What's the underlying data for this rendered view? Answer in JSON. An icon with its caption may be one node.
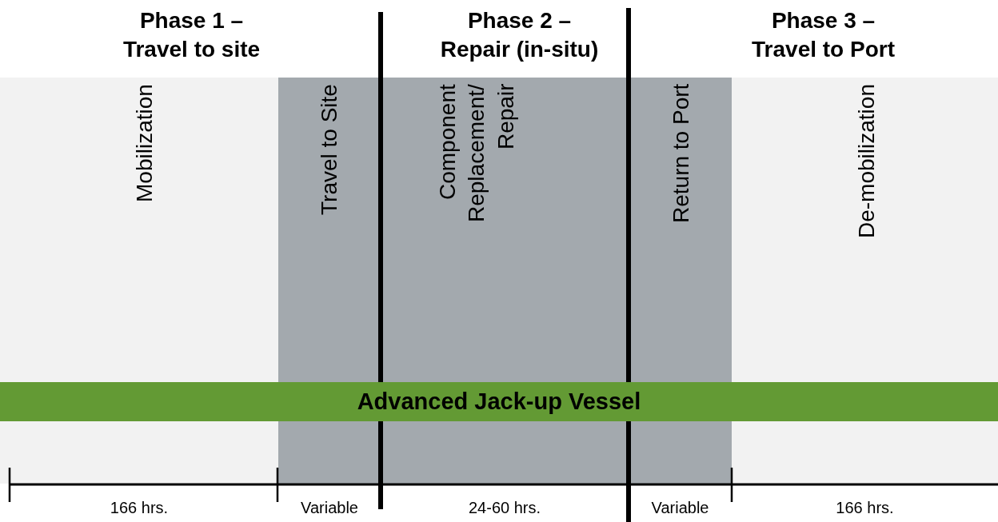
{
  "diagram": {
    "nodes": [
      {
        "text": [
          "Mobilization"
        ],
        "beside": [
          "166 hrs."
        ]
      },
      {
        "text": [
          "Travel to Site"
        ],
        "beside": [
          "Variable"
        ]
      },
      {
        "text": [
          "Component Replacement/ Repair"
        ],
        "beside": [
          "24-60 hrs."
        ]
      },
      {
        "text": [
          "Return to Port"
        ],
        "beside": [
          "Variable"
        ]
      },
      {
        "text": [
          "De-mobilization"
        ],
        "beside": [
          "166 hrs."
        ]
      },
      {
        "text": [
          "Advanced Jack-up Vessel"
        ]
      }
    ],
    "labels": [
      "Phase 1 – Travel to site",
      "Phase 2 – Repair (in-situ)",
      "Phase 3 – Travel to Port"
    ]
  }
}
